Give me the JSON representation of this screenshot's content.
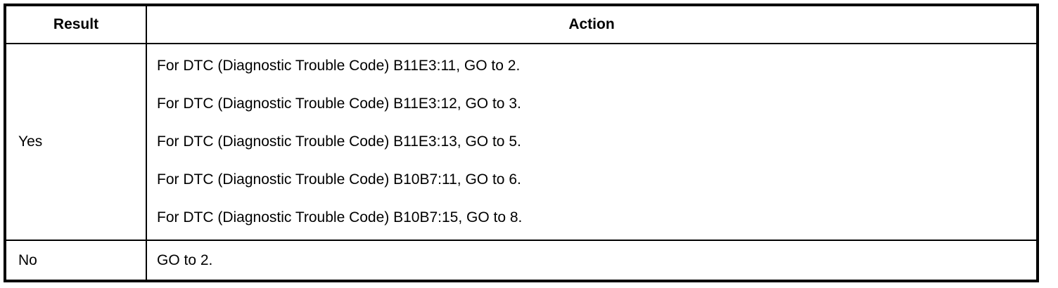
{
  "table": {
    "header": {
      "result_label": "Result",
      "action_label": "Action"
    },
    "rows": [
      {
        "result": "Yes",
        "actions": [
          "For DTC (Diagnostic Trouble Code) B11E3:11, GO to 2.",
          "For DTC (Diagnostic Trouble Code) B11E3:12, GO to 3.",
          "For DTC (Diagnostic Trouble Code) B11E3:13, GO to 5.",
          "For DTC (Diagnostic Trouble Code) B10B7:11, GO to 6.",
          "For DTC (Diagnostic Trouble Code) B10B7:15, GO to 8."
        ]
      },
      {
        "result": "No",
        "actions": [
          "GO to 2."
        ]
      }
    ],
    "colors": {
      "border": "#000000",
      "background": "#ffffff",
      "text": "#000000"
    }
  }
}
